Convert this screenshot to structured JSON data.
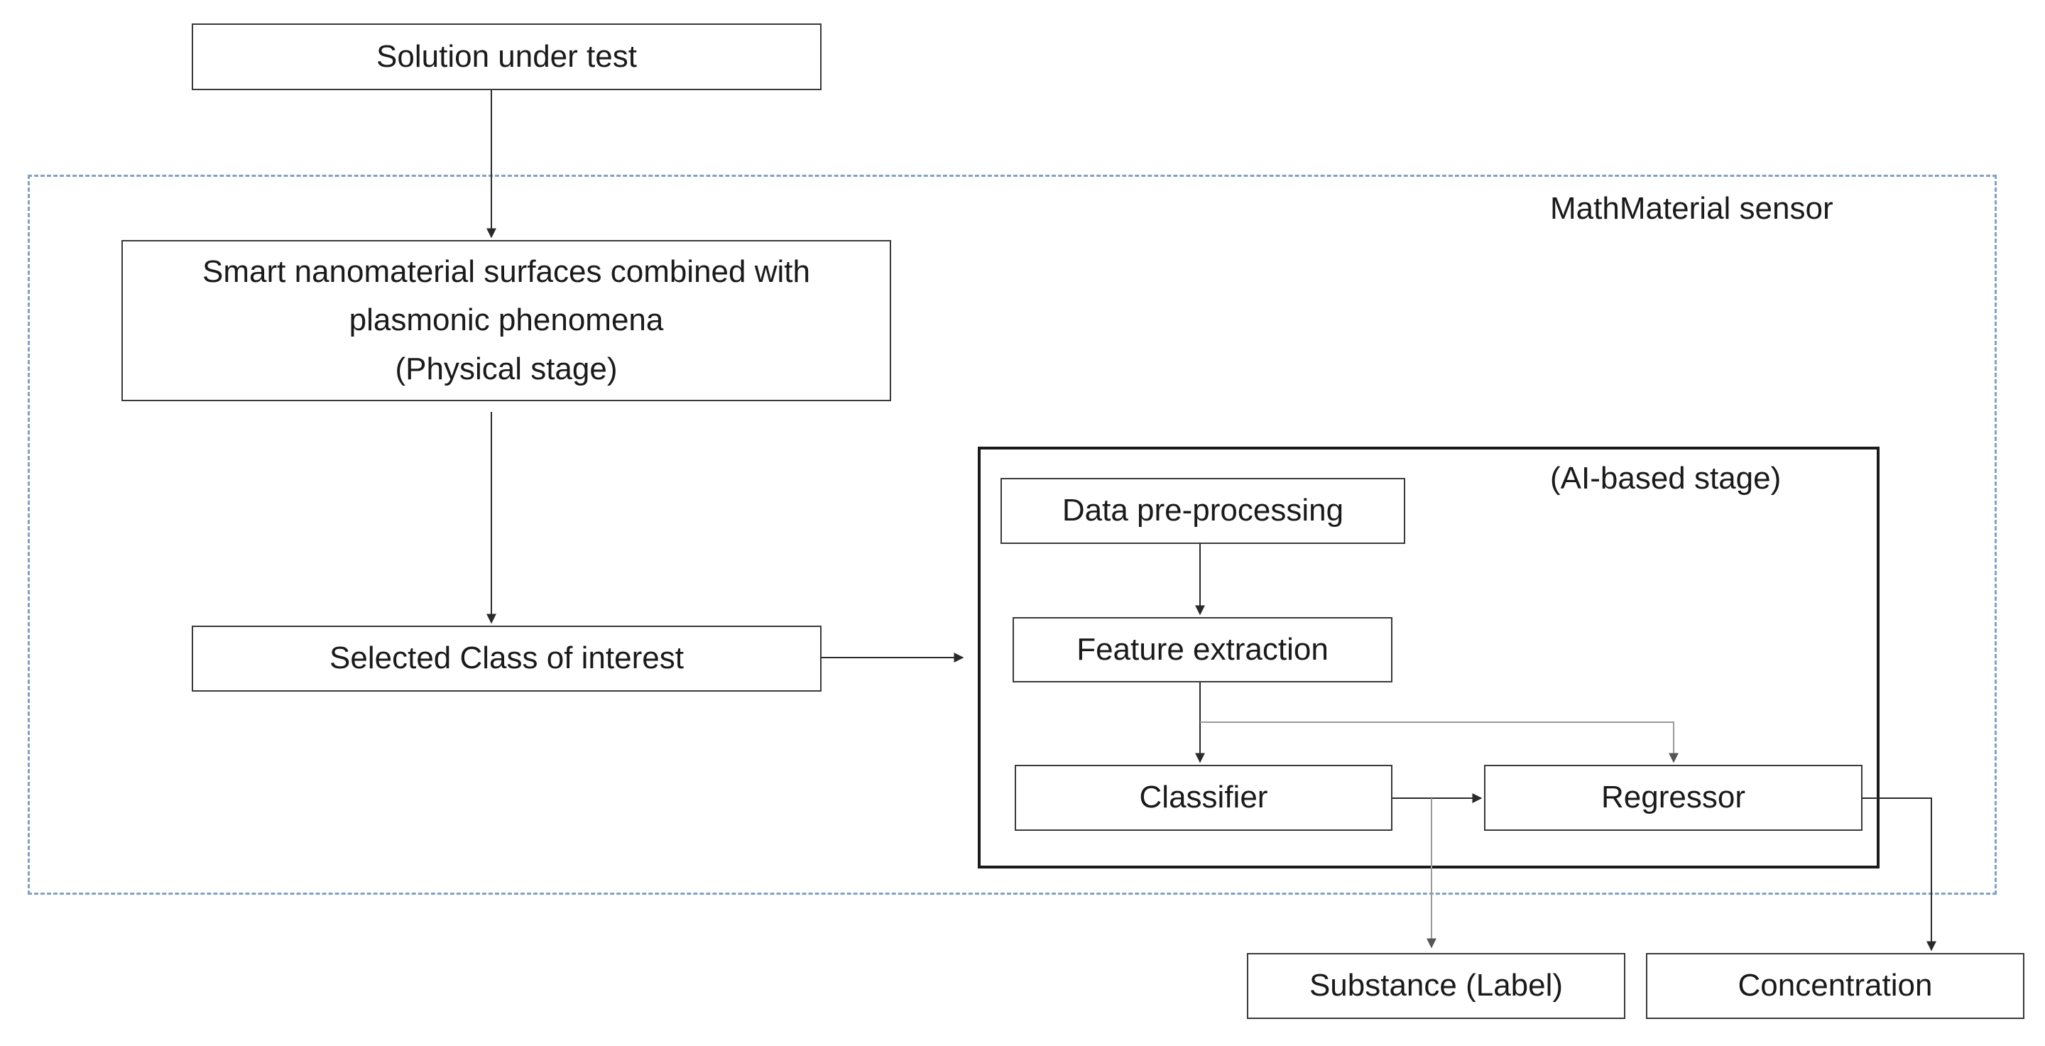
{
  "diagram": {
    "solution_under_test": "Solution under test",
    "sensor_region_label": "MathMaterial sensor",
    "physical_stage": {
      "line1": "Smart nanomaterial surfaces combined with",
      "line2": "plasmonic phenomena",
      "line3": "(Physical stage)"
    },
    "selected_class": "Selected Class of interest",
    "ai_stage_label": "(AI-based stage)",
    "data_preprocessing": "Data pre-processing",
    "feature_extraction": "Feature extraction",
    "classifier": "Classifier",
    "regressor": "Regressor",
    "substance_label": "Substance (Label)",
    "concentration": "Concentration"
  },
  "colors": {
    "dashed_border": "#7fa3c8",
    "box_border": "#3a3a3a",
    "arrow": "#2a2a2a",
    "light_arrow": "#9a9a9a"
  }
}
